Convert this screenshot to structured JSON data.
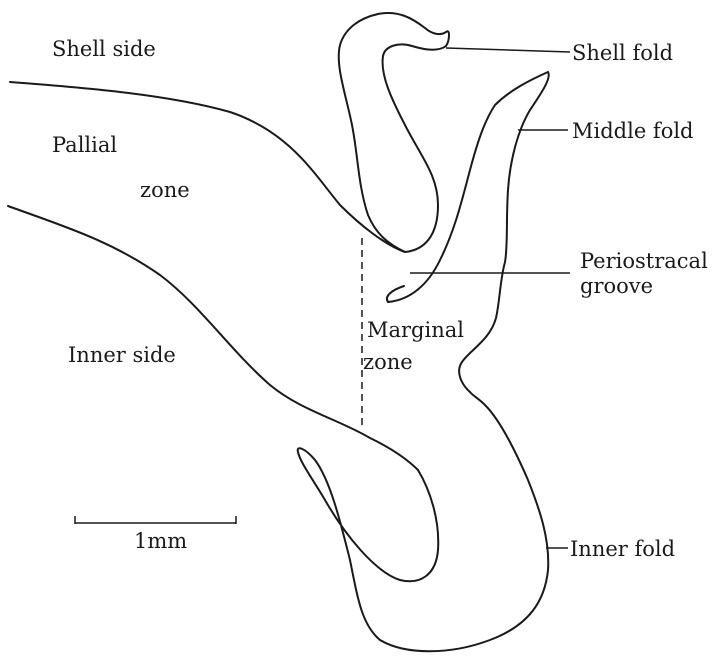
{
  "labels": {
    "shell_side": "Shell side",
    "pallial_line1": "Pallial",
    "pallial_line2": "zone",
    "inner_side": "Inner side",
    "marginal_line1": "Marginal",
    "marginal_line2": "zone",
    "shell_fold": "Shell fold",
    "middle_fold": "Middle fold",
    "periostracal_line1": "Periostracal",
    "periostracal_line2": "groove",
    "inner_fold": "Inner fold",
    "scale_bar": "1mm"
  },
  "colors": {
    "ink": "#1a1a1a",
    "background": "#ffffff"
  }
}
